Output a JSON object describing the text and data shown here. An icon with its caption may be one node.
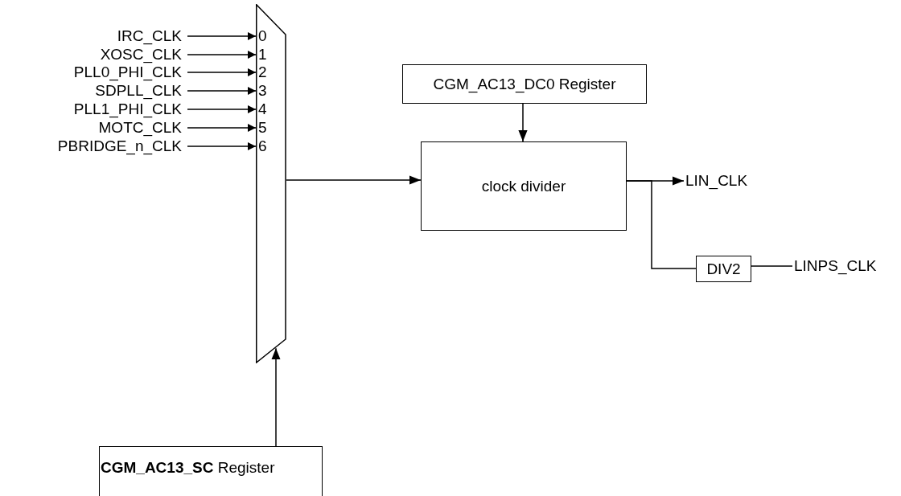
{
  "diagram": {
    "nodes": [
      {
        "text": [
          "IRC_CLK"
        ]
      },
      {
        "text": [
          "XOSC_CLK"
        ]
      },
      {
        "text": [
          "PLL0_PHI_CLK"
        ]
      },
      {
        "text": [
          "SDPLL_CLK"
        ]
      },
      {
        "text": [
          "PLL1_PHI_CLK"
        ]
      },
      {
        "text": [
          "MOTC_CLK"
        ]
      },
      {
        "text": [
          "PBRIDGE_n_CLK"
        ]
      },
      {
        "text": [
          "0",
          "1",
          "2",
          "3",
          "4",
          "5",
          "6"
        ]
      },
      {
        "text": [
          "CGM_AC13_DC0 Register"
        ]
      },
      {
        "text": [
          "clock divider"
        ]
      },
      {
        "text": [
          "LIN_CLK"
        ]
      },
      {
        "text": [
          "DIV2"
        ]
      },
      {
        "text": [
          "LINPS_CLK"
        ]
      },
      {
        "text": [
          "**CGM_AC13_SC** Register"
        ]
      }
    ],
    "edges": [
      {
        "from": 0,
        "to": 7,
        "arrow": "to"
      },
      {
        "from": 1,
        "to": 7,
        "arrow": "to"
      },
      {
        "from": 2,
        "to": 7,
        "arrow": "to"
      },
      {
        "from": 3,
        "to": 7,
        "arrow": "to"
      },
      {
        "from": 4,
        "to": 7,
        "arrow": "to"
      },
      {
        "from": 5,
        "to": 7,
        "arrow": "to"
      },
      {
        "from": 6,
        "to": 7,
        "arrow": "to"
      },
      {
        "from": 7,
        "to": 9,
        "arrow": "to"
      },
      {
        "from": 8,
        "to": 9,
        "arrow": "to"
      },
      {
        "from": 9,
        "to": 10,
        "arrow": "to"
      },
      {
        "from": 9,
        "to": 11,
        "arrow": "none"
      },
      {
        "from": 11,
        "to": 12,
        "arrow": "none"
      },
      {
        "from": 13,
        "to": 7,
        "arrow": "to"
      }
    ]
  }
}
